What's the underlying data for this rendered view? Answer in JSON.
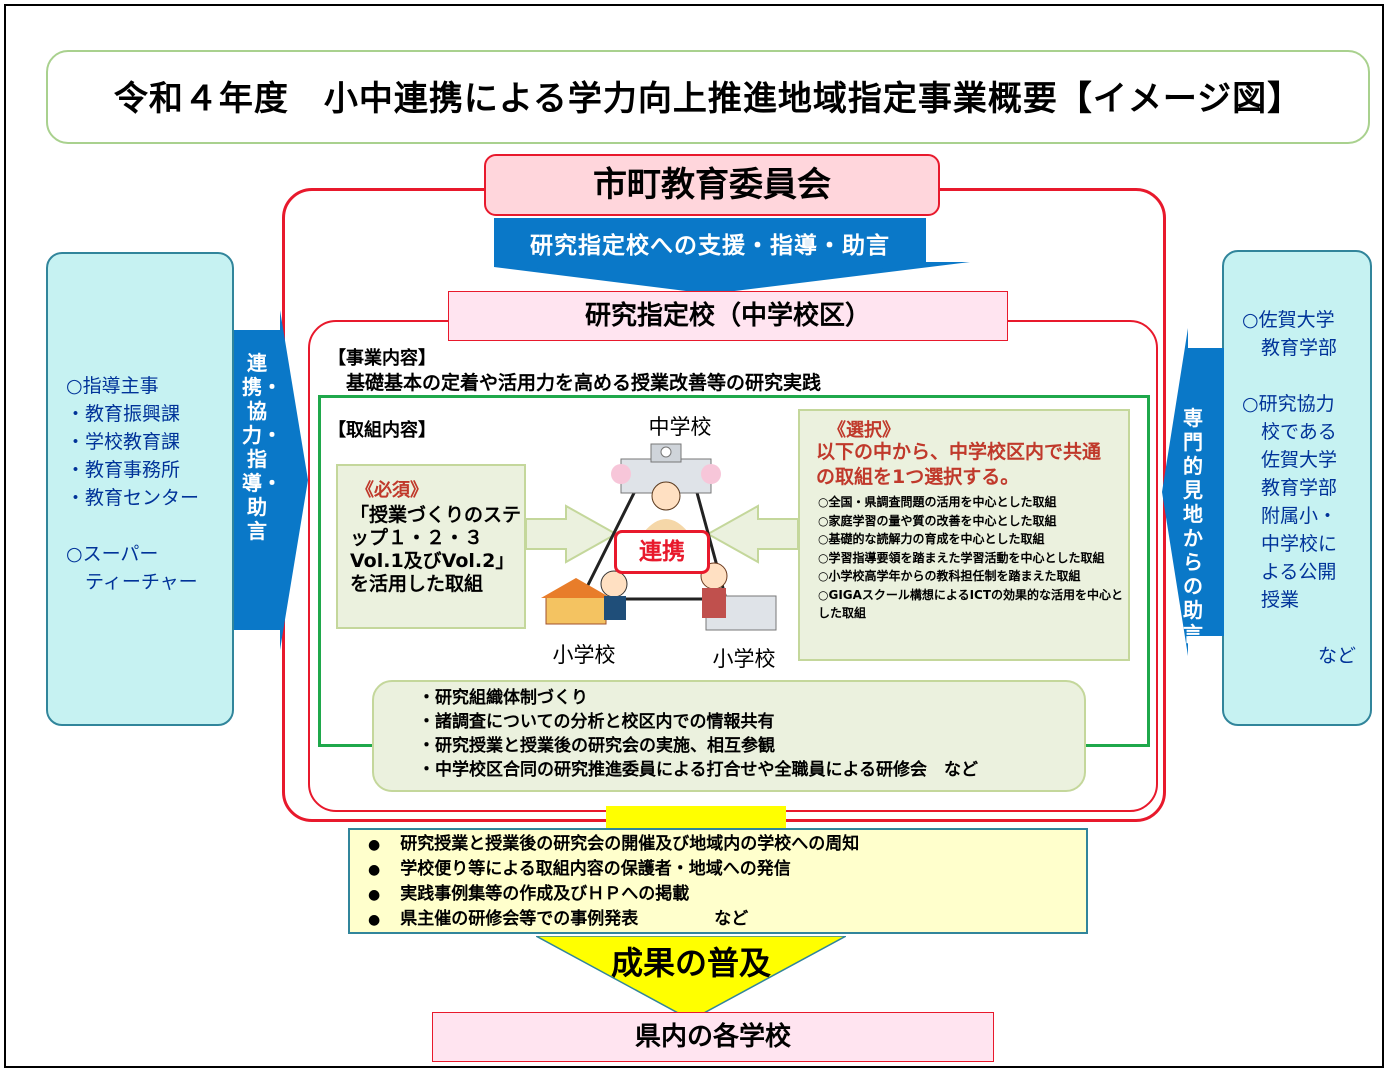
{
  "title": "令和４年度　小中連携による学力向上推進地域指定事業概要【イメージ図】",
  "board": "市町教育委員会",
  "support": "研究指定校への支援・指導・助言",
  "designated_school": "研究指定校（中学校区）",
  "jigyo": {
    "heading": "【事業内容】",
    "text": "基礎基本の定着や活用力を高める授業改善等の研究実践"
  },
  "torikumi_heading": "【取組内容】",
  "hissu": {
    "title": "《必須》",
    "text": "「授業づくりのステップ１・２・３ Vol.1及びVol.2」を活用した取組"
  },
  "sentaku": {
    "title": "《選択》",
    "lead": "以下の中から、中学校区内で共通の取組を1つ選択する。",
    "items": [
      "○全国・県調査問題の活用を中心とした取組",
      "○家庭学習の量や質の改善を中心とした取組",
      "○基礎的な読解力の育成を中心とした取組",
      "○学習指導要領を踏まえた学習活動を中心とした取組",
      "○小学校高学年からの教科担任制を踏まえた取組",
      "○GIGAスクール構想によるICTの効果的な活用を中心とした取組"
    ]
  },
  "schools": {
    "junior_high": "中学校",
    "elementary_left": "小学校",
    "elementary_right": "小学校",
    "link": "連携"
  },
  "activities": [
    "・研究組織体制づくり",
    "・諸調査についての分析と校区内での情報共有",
    "・研究授業と授業後の研究会の実施、相互参観",
    "・中学校区合同の研究推進委員による打合せや全職員による研修会　など"
  ],
  "left": {
    "text": "○指導主事\n・教育振興課\n・学校教育課\n・教育事務所\n・教育センター\n\n○スーパー\n　ティーチャー",
    "arrow": "連携・協力・指導・助言"
  },
  "right": {
    "text": "○佐賀大学\n　教育学部\n\n○研究協力\n　校である\n　佐賀大学\n　教育学部\n　附属小・\n　中学校に\n　よる公開\n　授業\n\n　　　　など",
    "arrow": "専門的見地からの助言"
  },
  "results": [
    "研究授業と授業後の研究会の開催及び地域内の学校への周知",
    "学校便り等による取組内容の保護者・地域への発信",
    "実践事例集等の作成及びＨＰへの掲載",
    "県主催の研修会等での事例発表"
  ],
  "results_tail": "など",
  "fukyu": "成果の普及",
  "final": "県内の各学校",
  "colors": {
    "red": "#e8192c",
    "green": "#1fa84b",
    "blue_arrow": "#0070c0",
    "cyan_box": "#c6f2f2",
    "pink_box": "#ffe4f0",
    "yellow": "#ffff00"
  }
}
